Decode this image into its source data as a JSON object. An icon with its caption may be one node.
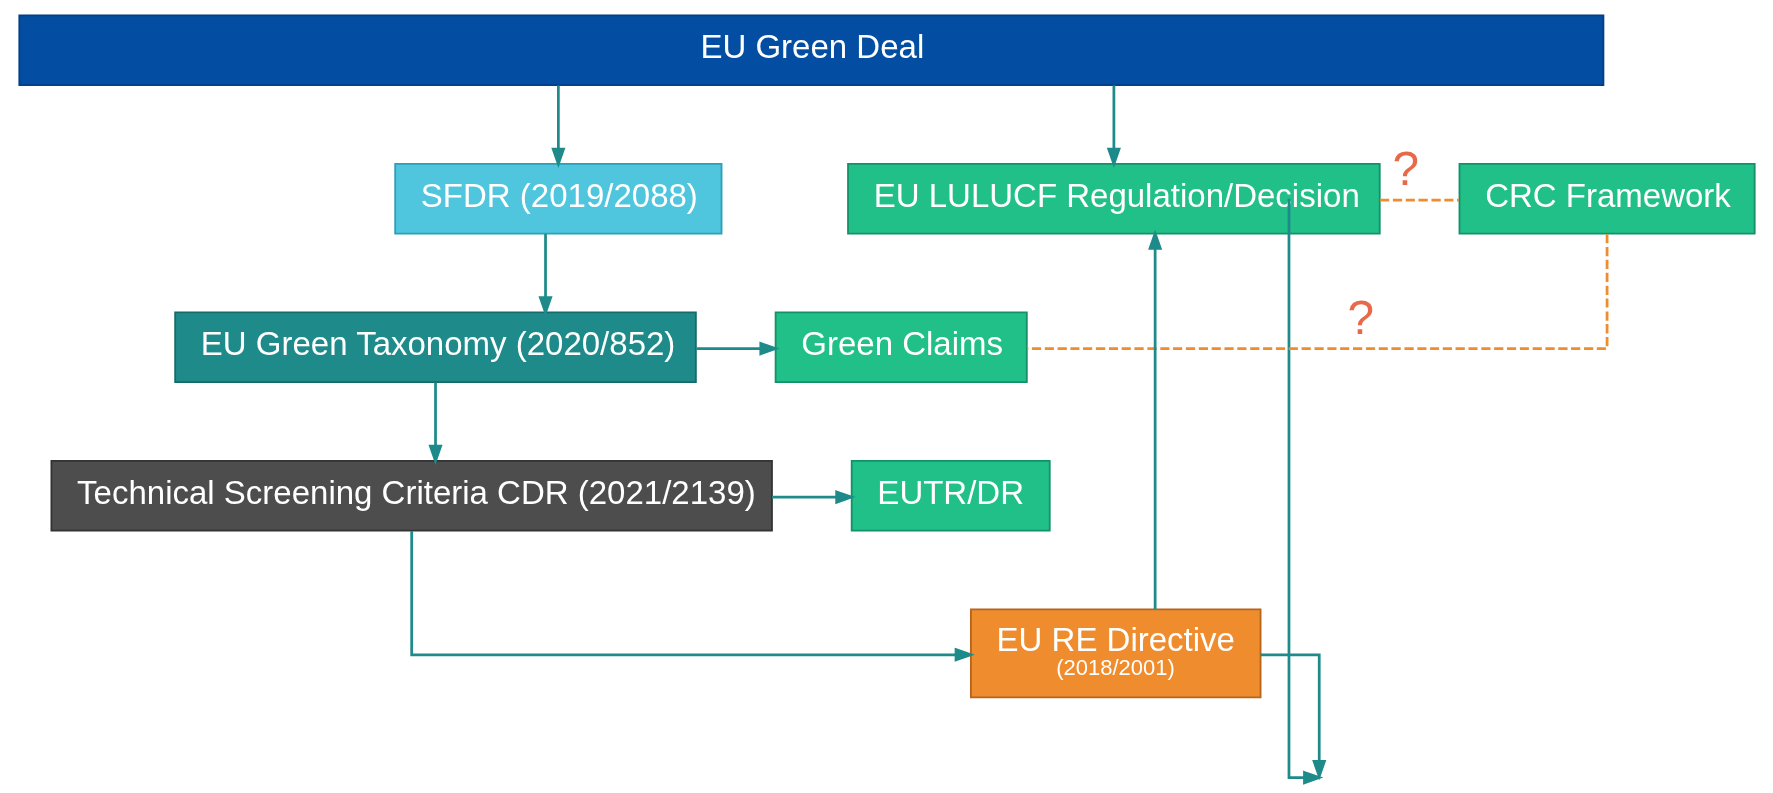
{
  "diagram": {
    "nodes": [
      {
        "text": [
          "EU Green Deal"
        ]
      },
      {
        "text": [
          "SFDR (2019/2088)"
        ]
      },
      {
        "text": [
          "EU LULUCF Regulation/Decision"
        ]
      },
      {
        "text": [
          "CRC Framework"
        ]
      },
      {
        "text": [
          "EU Green Taxonomy (2020/852)"
        ]
      },
      {
        "text": [
          "Green Claims"
        ]
      },
      {
        "text": [
          "EUTR/DR"
        ]
      },
      {
        "text": [
          "Technical Screening Criteria CDR (2021/2139)"
        ]
      },
      {
        "text": [
          "EU RE Directive",
          "(2018/2001)"
        ]
      }
    ],
    "edges": [
      {
        "from": 0,
        "to": 1,
        "arrow": "to"
      },
      {
        "from": 0,
        "to": 2,
        "arrow": "to"
      },
      {
        "from": 1,
        "to": 4,
        "arrow": "to"
      },
      {
        "from": 4,
        "to": 7,
        "arrow": "to"
      },
      {
        "from": 4,
        "to": 5,
        "arrow": "to"
      },
      {
        "from": 7,
        "to": 8,
        "arrow": "to"
      },
      {
        "from": 7,
        "to": 6,
        "arrow": "to"
      },
      {
        "from": 8,
        "to": 2,
        "arrow": "to"
      },
      {
        "from": 2,
        "to": null,
        "arrow": "to"
      },
      {
        "from": 8,
        "to": null,
        "arrow": "to"
      },
      {
        "from": 2,
        "to": 3,
        "arrow": "none",
        "label": "?",
        "style": "dashed",
        "color": "#ee8c2e"
      },
      {
        "from": 3,
        "to": 5,
        "arrow": "none",
        "label": "?",
        "style": "dashed",
        "color": "#ee8c2e"
      }
    ]
  }
}
